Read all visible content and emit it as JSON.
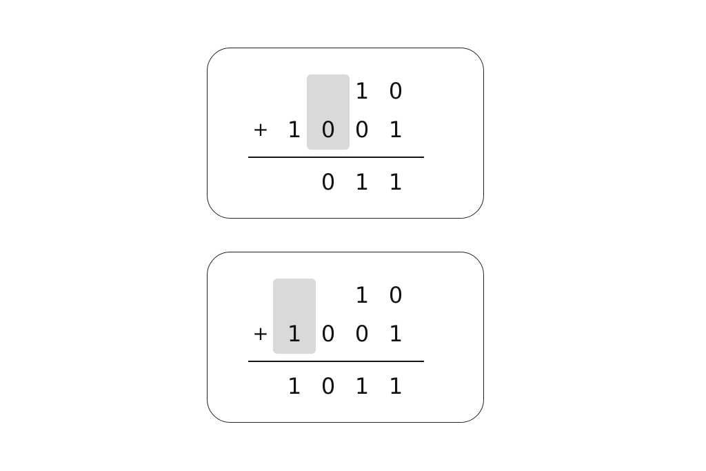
{
  "cards": [
    {
      "addend1": [
        "",
        "",
        "1",
        "0"
      ],
      "operator": "+",
      "addend2": [
        "1",
        "0",
        "0",
        "1"
      ],
      "result": [
        "",
        "0",
        "1",
        "1"
      ],
      "highlight_column": 1
    },
    {
      "addend1": [
        "",
        "",
        "1",
        "0"
      ],
      "operator": "+",
      "addend2": [
        "1",
        "0",
        "0",
        "1"
      ],
      "result": [
        "1",
        "0",
        "1",
        "1"
      ],
      "highlight_column": 0
    }
  ],
  "colors": {
    "highlight": "#d9d9d9",
    "border": "#222222",
    "text": "#111111"
  }
}
